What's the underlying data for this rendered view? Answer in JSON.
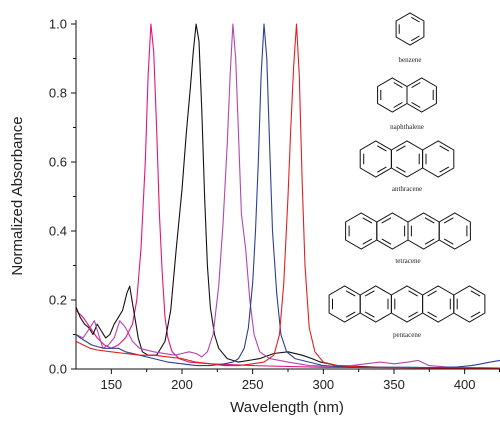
{
  "chart_data": {
    "type": "line",
    "title": "",
    "xlabel": "Wavelength (nm)",
    "ylabel": "Normalized Absorbance",
    "xlim": [
      125,
      425
    ],
    "ylim": [
      0,
      1.0
    ],
    "x_ticks": [
      150,
      200,
      250,
      300,
      350,
      400
    ],
    "y_ticks": [
      0.0,
      0.2,
      0.4,
      0.6,
      0.8,
      1.0
    ],
    "x_tick_labels": [
      "150",
      "200",
      "250",
      "300",
      "350",
      "400"
    ],
    "y_tick_labels": [
      "0.0",
      "0.2",
      "0.4",
      "0.6",
      "0.8",
      "1.0"
    ],
    "grid": false,
    "legend": "none",
    "series": [
      {
        "color": "#e0157a",
        "points": [
          [
            125,
            0.17
          ],
          [
            130,
            0.15
          ],
          [
            135,
            0.12
          ],
          [
            140,
            0.09
          ],
          [
            145,
            0.07
          ],
          [
            150,
            0.06
          ],
          [
            155,
            0.07
          ],
          [
            160,
            0.09
          ],
          [
            165,
            0.13
          ],
          [
            168,
            0.2
          ],
          [
            171,
            0.35
          ],
          [
            174,
            0.6
          ],
          [
            176,
            0.85
          ],
          [
            178,
            1.0
          ],
          [
            180,
            0.92
          ],
          [
            182,
            0.7
          ],
          [
            184,
            0.45
          ],
          [
            186,
            0.28
          ],
          [
            188,
            0.15
          ],
          [
            190,
            0.09
          ],
          [
            193,
            0.05
          ],
          [
            198,
            0.03
          ],
          [
            205,
            0.02
          ],
          [
            220,
            0.015
          ],
          [
            250,
            0.01
          ],
          [
            300,
            0.005
          ],
          [
            425,
            0.003
          ]
        ]
      },
      {
        "color": "#111111",
        "points": [
          [
            125,
            0.18
          ],
          [
            128,
            0.15
          ],
          [
            131,
            0.13
          ],
          [
            134,
            0.12
          ],
          [
            137,
            0.1
          ],
          [
            140,
            0.13
          ],
          [
            143,
            0.11
          ],
          [
            146,
            0.09
          ],
          [
            149,
            0.1
          ],
          [
            152,
            0.13
          ],
          [
            155,
            0.15
          ],
          [
            158,
            0.17
          ],
          [
            161,
            0.22
          ],
          [
            163,
            0.24
          ],
          [
            165,
            0.19
          ],
          [
            167,
            0.14
          ],
          [
            169,
            0.09
          ],
          [
            172,
            0.05
          ],
          [
            176,
            0.04
          ],
          [
            182,
            0.04
          ],
          [
            188,
            0.08
          ],
          [
            192,
            0.17
          ],
          [
            196,
            0.35
          ],
          [
            200,
            0.52
          ],
          [
            203,
            0.68
          ],
          [
            206,
            0.82
          ],
          [
            208,
            0.92
          ],
          [
            210,
            1.0
          ],
          [
            212,
            0.95
          ],
          [
            214,
            0.75
          ],
          [
            216,
            0.5
          ],
          [
            218,
            0.3
          ],
          [
            220,
            0.18
          ],
          [
            223,
            0.1
          ],
          [
            226,
            0.06
          ],
          [
            232,
            0.03
          ],
          [
            240,
            0.02
          ],
          [
            255,
            0.03
          ],
          [
            265,
            0.045
          ],
          [
            275,
            0.05
          ],
          [
            285,
            0.04
          ],
          [
            292,
            0.03
          ],
          [
            298,
            0.02
          ],
          [
            310,
            0.01
          ],
          [
            340,
            0.005
          ],
          [
            425,
            0.003
          ]
        ]
      },
      {
        "color": "#b545b0",
        "points": [
          [
            125,
            0.1
          ],
          [
            130,
            0.09
          ],
          [
            135,
            0.12
          ],
          [
            138,
            0.14
          ],
          [
            141,
            0.1
          ],
          [
            144,
            0.06
          ],
          [
            148,
            0.07
          ],
          [
            152,
            0.09
          ],
          [
            156,
            0.14
          ],
          [
            160,
            0.12
          ],
          [
            165,
            0.08
          ],
          [
            170,
            0.06
          ],
          [
            180,
            0.05
          ],
          [
            195,
            0.04
          ],
          [
            200,
            0.045
          ],
          [
            205,
            0.05
          ],
          [
            210,
            0.045
          ],
          [
            214,
            0.035
          ],
          [
            218,
            0.05
          ],
          [
            222,
            0.1
          ],
          [
            226,
            0.24
          ],
          [
            229,
            0.42
          ],
          [
            232,
            0.65
          ],
          [
            234,
            0.85
          ],
          [
            236,
            1.0
          ],
          [
            238,
            0.9
          ],
          [
            240,
            0.68
          ],
          [
            242,
            0.45
          ],
          [
            245,
            0.35
          ],
          [
            248,
            0.2
          ],
          [
            251,
            0.1
          ],
          [
            255,
            0.05
          ],
          [
            262,
            0.03
          ],
          [
            275,
            0.02
          ],
          [
            290,
            0.01
          ],
          [
            305,
            0.008
          ],
          [
            320,
            0.01
          ],
          [
            330,
            0.015
          ],
          [
            340,
            0.02
          ],
          [
            350,
            0.015
          ],
          [
            360,
            0.02
          ],
          [
            367,
            0.025
          ],
          [
            375,
            0.01
          ],
          [
            390,
            0.005
          ],
          [
            425,
            0.003
          ]
        ]
      },
      {
        "color": "#2a3f96",
        "points": [
          [
            125,
            0.1
          ],
          [
            128,
            0.09
          ],
          [
            132,
            0.08
          ],
          [
            136,
            0.07
          ],
          [
            140,
            0.065
          ],
          [
            145,
            0.06
          ],
          [
            150,
            0.06
          ],
          [
            155,
            0.06
          ],
          [
            160,
            0.05
          ],
          [
            170,
            0.04
          ],
          [
            180,
            0.03
          ],
          [
            190,
            0.02
          ],
          [
            200,
            0.015
          ],
          [
            210,
            0.01
          ],
          [
            220,
            0.01
          ],
          [
            230,
            0.015
          ],
          [
            236,
            0.02
          ],
          [
            240,
            0.03
          ],
          [
            244,
            0.06
          ],
          [
            247,
            0.12
          ],
          [
            250,
            0.25
          ],
          [
            252,
            0.4
          ],
          [
            254,
            0.6
          ],
          [
            256,
            0.85
          ],
          [
            258,
            1.0
          ],
          [
            260,
            0.9
          ],
          [
            262,
            0.65
          ],
          [
            264,
            0.4
          ],
          [
            267,
            0.22
          ],
          [
            270,
            0.1
          ],
          [
            274,
            0.05
          ],
          [
            280,
            0.03
          ],
          [
            290,
            0.02
          ],
          [
            300,
            0.01
          ],
          [
            320,
            0.005
          ],
          [
            360,
            0.005
          ],
          [
            380,
            0.004
          ],
          [
            395,
            0.006
          ],
          [
            405,
            0.01
          ],
          [
            412,
            0.015
          ],
          [
            418,
            0.02
          ],
          [
            425,
            0.025
          ]
        ]
      },
      {
        "color": "#e02020",
        "points": [
          [
            125,
            0.08
          ],
          [
            130,
            0.07
          ],
          [
            135,
            0.06
          ],
          [
            140,
            0.055
          ],
          [
            150,
            0.05
          ],
          [
            160,
            0.045
          ],
          [
            170,
            0.04
          ],
          [
            180,
            0.04
          ],
          [
            190,
            0.035
          ],
          [
            200,
            0.03
          ],
          [
            210,
            0.02
          ],
          [
            220,
            0.015
          ],
          [
            230,
            0.01
          ],
          [
            240,
            0.01
          ],
          [
            250,
            0.015
          ],
          [
            258,
            0.02
          ],
          [
            265,
            0.04
          ],
          [
            269,
            0.1
          ],
          [
            272,
            0.25
          ],
          [
            275,
            0.5
          ],
          [
            277,
            0.7
          ],
          [
            279,
            0.88
          ],
          [
            281,
            1.0
          ],
          [
            283,
            0.85
          ],
          [
            285,
            0.55
          ],
          [
            287,
            0.3
          ],
          [
            290,
            0.12
          ],
          [
            294,
            0.05
          ],
          [
            300,
            0.02
          ],
          [
            310,
            0.01
          ],
          [
            330,
            0.005
          ],
          [
            380,
            0.003
          ],
          [
            425,
            0.003
          ]
        ]
      }
    ],
    "annotations": [
      "benzene",
      "naphthalene",
      "anthracene",
      "tetracene",
      "pentacene"
    ]
  }
}
